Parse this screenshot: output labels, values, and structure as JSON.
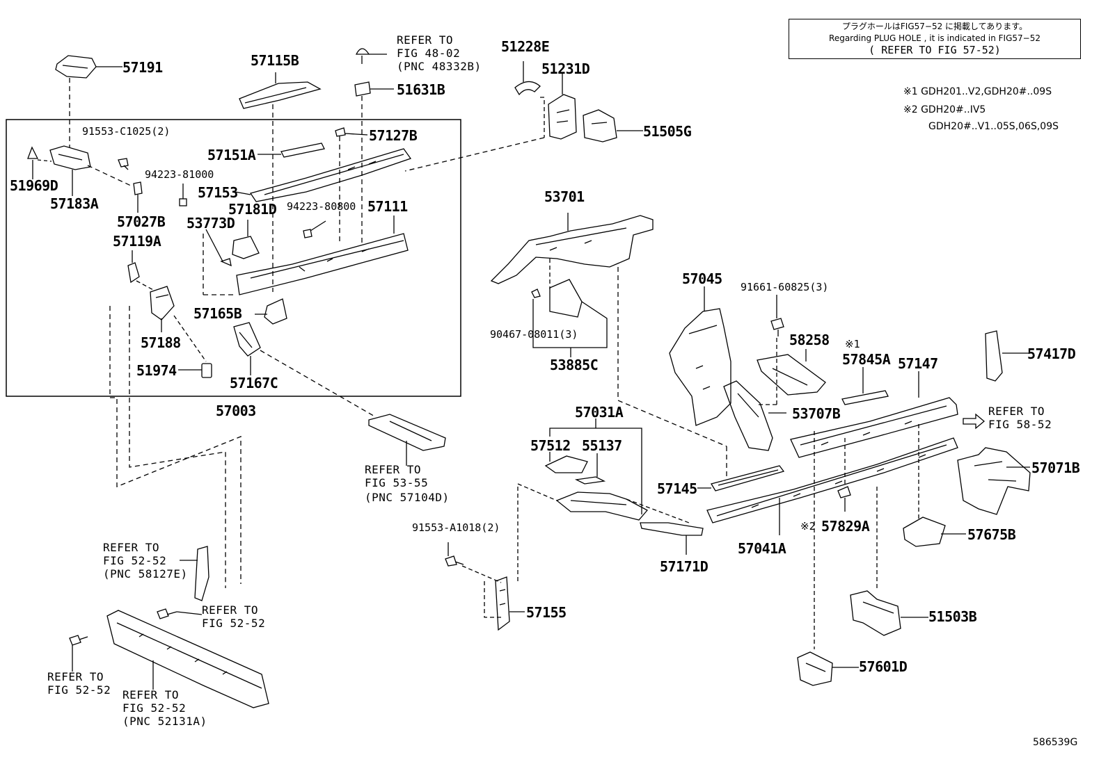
{
  "note": {
    "line1": "プラグホールはFIG57−52 に掲載してあります。",
    "line2": "Regarding PLUG HOLE , it is indicated in FIG57−52",
    "line3": "( REFER TO FIG 57-52)"
  },
  "footnotes": {
    "f1": "※1 GDH201..V2,GDH20#..09S",
    "f2": "※2 GDH20#..IV5",
    "f3": "GDH20#..V1..05S,06S,09S"
  },
  "figure_id": "586539G",
  "labels": {
    "p57191": "57191",
    "p57115B": "57115B",
    "ref4802_a": "REFER TO",
    "ref4802_b": "FIG 48-02",
    "ref4802_c": "(PNC 48332B)",
    "p51631B": "51631B",
    "p51228E": "51228E",
    "p51231D": "51231D",
    "p51505G": "51505G",
    "p91553C": "91553-C1025(2)",
    "p57127B": "57127B",
    "p57151A": "57151A",
    "p94223_81": "94223-81000",
    "p57153": "57153",
    "p51969D": "51969D",
    "p57183A": "57183A",
    "p57181D": "57181D",
    "p94223_80": "94223-80800",
    "p57111": "57111",
    "p57027B": "57027B",
    "p53773D": "53773D",
    "p57119A": "57119A",
    "p57165B": "57165B",
    "p57188": "57188",
    "p51974": "51974",
    "p57167C": "57167C",
    "p57003": "57003",
    "p53701": "53701",
    "p90467": "90467-08011(3)",
    "p53885C": "53885C",
    "p57045": "57045",
    "p91661": "91661-60825(3)",
    "p58258": "58258",
    "mark1": "※1",
    "p57845A": "57845A",
    "p57147": "57147",
    "p57417D": "57417D",
    "p53707B": "53707B",
    "ref5852_a": "REFER TO",
    "ref5852_b": "FIG 58-52",
    "p57071B": "57071B",
    "ref5355_a": "REFER TO",
    "ref5355_b": "FIG 53-55",
    "ref5355_c": "(PNC 57104D)",
    "p57031A": "57031A",
    "p57512": "57512",
    "p55137": "55137",
    "p57145": "57145",
    "p91553A": "91553-A1018(2)",
    "mark2": "※2",
    "p57829A": "57829A",
    "p57675B": "57675B",
    "p57171D": "57171D",
    "p57041A": "57041A",
    "p57155": "57155",
    "p51503B": "51503B",
    "p57601D": "57601D",
    "ref5252a_a": "REFER TO",
    "ref5252a_b": "FIG 52-52",
    "ref5252a_c": "(PNC 58127E)",
    "ref5252b_a": "REFER TO",
    "ref5252b_b": "FIG 52-52",
    "ref5252c_a": "REFER TO",
    "ref5252c_b": "FIG 52-52",
    "ref5252d_a": "REFER TO",
    "ref5252d_b": "FIG 52-52",
    "ref5252d_c": "(PNC 52131A)"
  }
}
